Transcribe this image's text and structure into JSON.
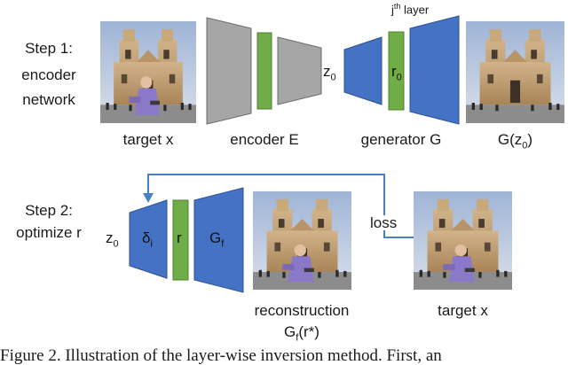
{
  "step1": {
    "line1": "Step 1:",
    "line2": "encoder",
    "line3": "network",
    "target_label": "target x",
    "encoder_label": "encoder E",
    "z_label": "z",
    "z_sub": "0",
    "jth_main": "j",
    "jth_sup": "th",
    "jth_rest": " layer",
    "r_label": "r",
    "r_sub": "0",
    "generator_label": "generator G",
    "output_label": "G(z",
    "output_sub": "0",
    "output_close": ")"
  },
  "step2": {
    "line1": "Step 2:",
    "line2": "optimize r",
    "z_label": "z",
    "z_sub": "0",
    "delta_label": "δ",
    "delta_sub": "i",
    "r_label": "r",
    "g_label": "G",
    "g_sub": "f",
    "loss_label": "loss",
    "recon_line1": "reconstruction",
    "recon_g": "G",
    "recon_sub": "f",
    "recon_rest": "(r*)",
    "target_label": "target x"
  },
  "caption": "Figure 2. Illustration of the layer-wise inversion method. First, an",
  "colors": {
    "encoder_gray": "#a6a6a6",
    "layer_green": "#70ad47",
    "generator_blue": "#4472c4",
    "loop_line": "#4a7fc1"
  }
}
